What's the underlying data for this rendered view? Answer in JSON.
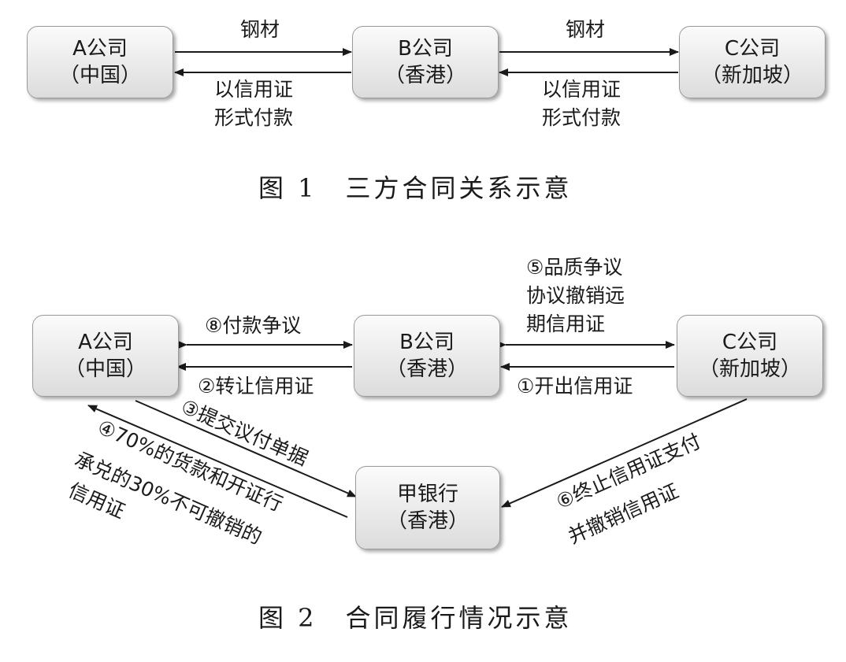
{
  "figure1": {
    "nodes": {
      "a": {
        "name": "A公司",
        "region": "（中国）"
      },
      "b": {
        "name": "B公司",
        "region": "（香港）"
      },
      "c": {
        "name": "C公司",
        "region": "（新加坡）"
      }
    },
    "labels": {
      "ab_top": "钢材",
      "ab_bottom_1": "以信用证",
      "ab_bottom_2": "形式付款",
      "bc_top": "钢材",
      "bc_bottom_1": "以信用证",
      "bc_bottom_2": "形式付款"
    },
    "caption": "图 1　三方合同关系示意"
  },
  "figure2": {
    "nodes": {
      "a": {
        "name": "A公司",
        "region": "（中国）"
      },
      "b": {
        "name": "B公司",
        "region": "（香港）"
      },
      "c": {
        "name": "C公司",
        "region": "（新加坡）"
      },
      "bank": {
        "name": "甲银行",
        "region": "（香港）"
      }
    },
    "labels": {
      "step5_1": "⑤品质争议",
      "step5_2": "协议撤销远",
      "step5_3": "期信用证",
      "step8": "⑧付款争议",
      "step2": "②转让信用证",
      "step1": "①开出信用证",
      "step3": "③提交议付单据",
      "step4_1": "④70%的货款和开证行",
      "step4_2": "承兑的30%不可撤销的",
      "step4_3": "信用证",
      "step6_1": "⑥终止信用证支付",
      "step6_2": "并撤销信用证"
    },
    "caption": "图 2　合同履行情况示意"
  }
}
